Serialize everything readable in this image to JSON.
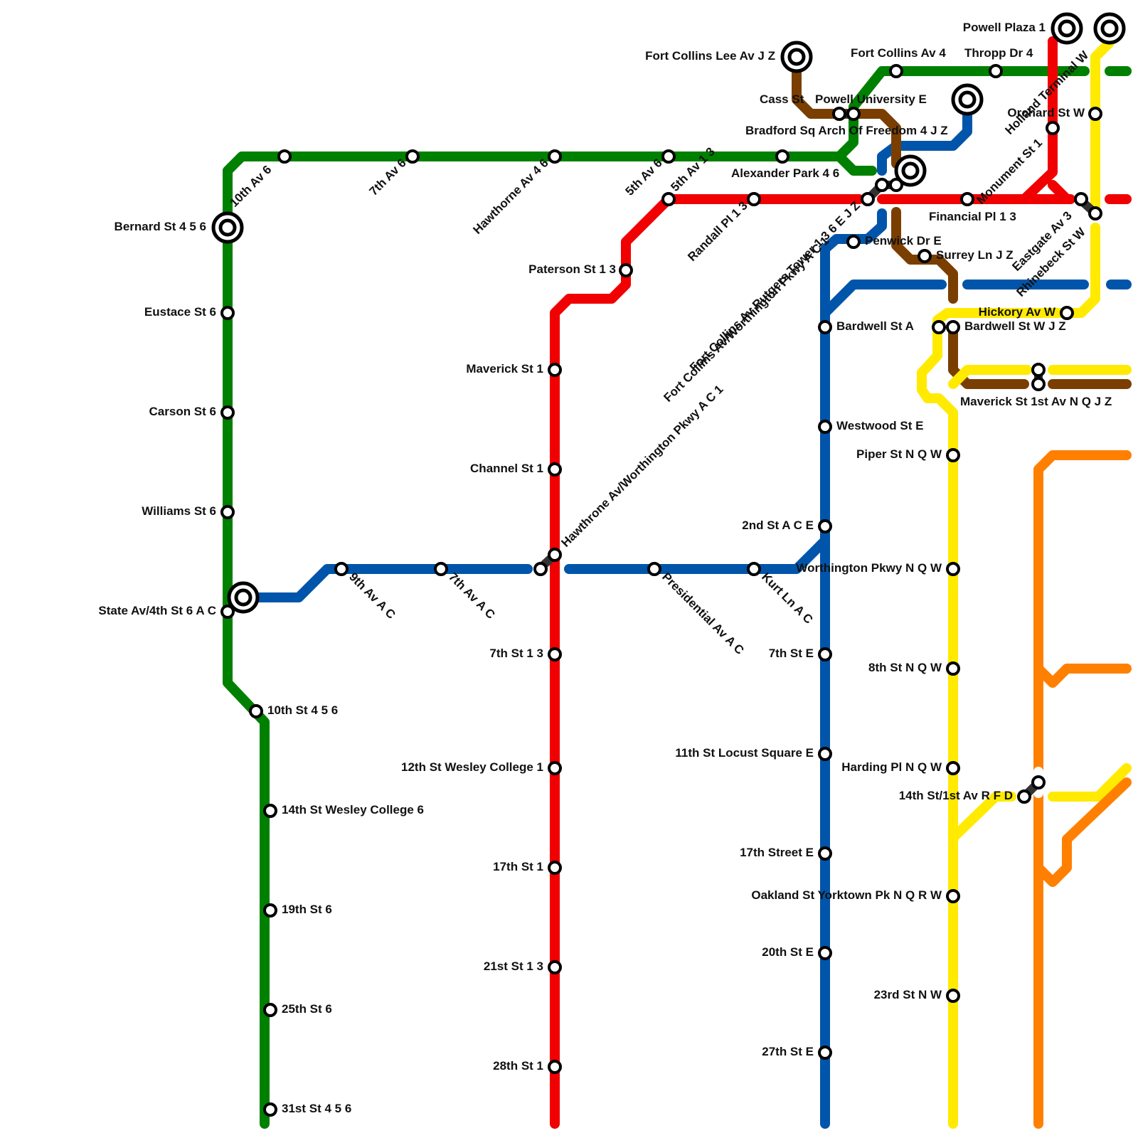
{
  "colors": {
    "green": "#008000",
    "red": "#f00000",
    "blue": "#0055aa",
    "yellow": "#ffea00",
    "brown": "#7a3f00",
    "orange": "#ff8000",
    "ink": "#000000"
  },
  "stations": {
    "powell_plaza": "Powell Plaza 1",
    "fort_collins_lee": "Fort Collins Lee Av J Z",
    "fort_collins_av": "Fort Collins Av 4",
    "thropp": "Thropp Dr 4",
    "holland": "Holland Terminal W",
    "cass": "Cass St",
    "powell_univ": "Powell University E",
    "orchard": "Orchard St W",
    "bradford": "Bradford Sq Arch Of Freedom 4 J Z",
    "monument": "Monument St 1",
    "alexander": "Alexander Park 4 6",
    "tenth_av": "10th Av 6",
    "seventh_av6": "7th Av 6",
    "hawthorne_av": "Hawthorne Av 4 6",
    "fifth_av6": "5th Av 6",
    "fifth_av13": "5th Av 1 3",
    "randall": "Randall Pl 1 3",
    "financial": "Financial Pl 1 3",
    "eastgate": "Eastgate Av 3",
    "rhinebeck": "Rhinebeck St W",
    "fc_rutgers": "Fort Collins Av Rutgers Tower 1 3 6 E J Z",
    "penwick": "Penwick Dr E",
    "surrey": "Surrey Ln J Z",
    "bernard": "Bernard St 4 5 6",
    "paterson": "Paterson St 1 3",
    "hickory": "Hickory Av W",
    "bardwell_a": "Bardwell St A",
    "bardwell_wjz": "Bardwell St W J Z",
    "eustace": "Eustace St 6",
    "maverick1": "Maverick St 1",
    "maverick_1st": "Maverick St 1st Av N Q J Z",
    "carson": "Carson St 6",
    "westwood": "Westwood St E",
    "hawthrone_worth": "Fort Collins Av/Worthington Pkwy A C 1",
    "piper": "Piper St N Q W",
    "channel": "Channel St 1",
    "williams": "Williams St 6",
    "second_st": "2nd St A C E",
    "hawthrone_av_l": "Hawthrone Av/Worthington Pkwy A C 1",
    "worthington_nqw": "Worthington Pkwy N Q W",
    "state_av": "State Av/4th St 6 A C",
    "ninth_av": "9th Av A C",
    "seventh_av_ac": "7th Av A C",
    "presidential": "Presidential Av A C",
    "kurt": "Kurt Ln A C",
    "seventh_st13": "7th St 1 3",
    "seventh_st_e": "7th St E",
    "eighth_st": "8th St N Q W",
    "tenth_st": "10th St 4 5 6",
    "eleventh_st": "11th St Locust Square E",
    "twelfth_st": "12th St Wesley College 1",
    "harding": "Harding Pl N Q W",
    "fourteenth_1st": "14th St/1st Av R F D",
    "fourteenth_wes": "14th St Wesley College 6",
    "seventeenth_st": "17th St 1",
    "seventeenth_street": "17th Street E",
    "oakland": "Oakland St Yorktown Pk N Q R W",
    "nineteenth": "19th St 6",
    "twentieth": "20th St E",
    "twentyfirst": "21st St 1 3",
    "twentythird": "23rd St N W",
    "twentyfifth": "25th St 6",
    "twentyseventh": "27th St E",
    "twentyeighth": "28th St 1",
    "thirtyfirst": "31st St 4 5 6"
  }
}
